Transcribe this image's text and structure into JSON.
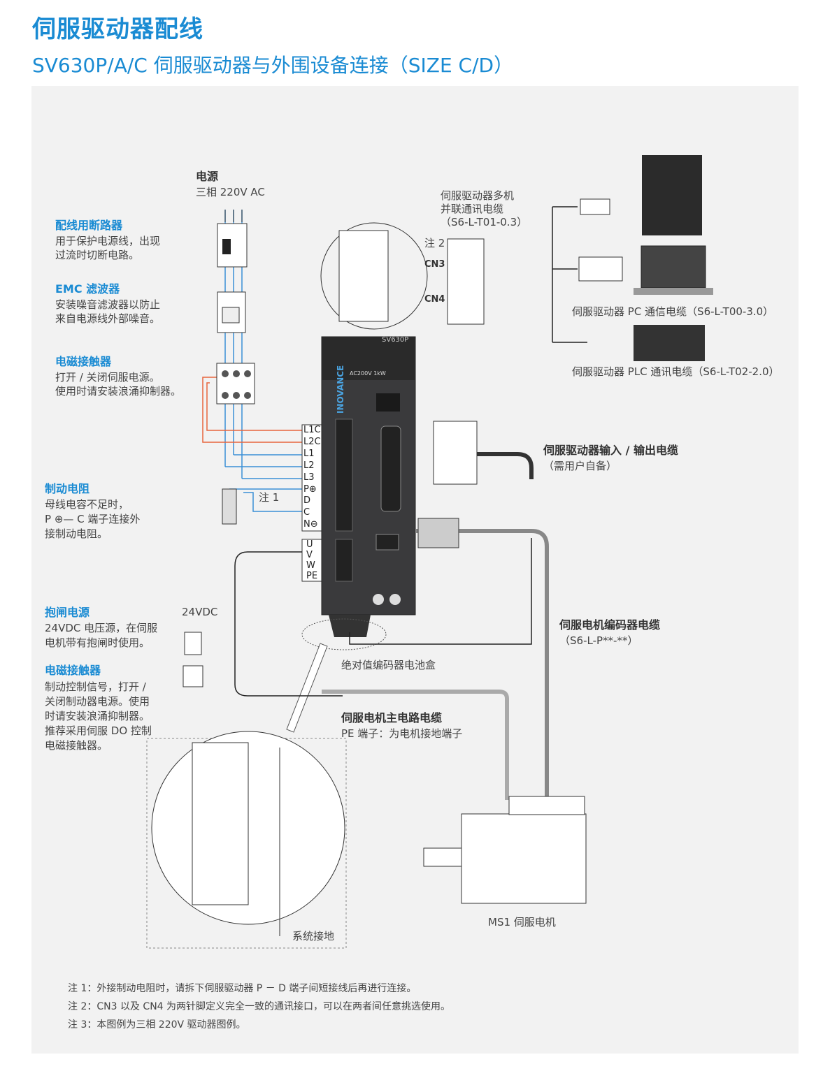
{
  "header": {
    "title": "伺服驱动器配线",
    "subtitle": "SV630P/A/C 伺服驱动器与外围设备连接（SIZE C/D）"
  },
  "power": {
    "title": "电源",
    "desc": "三相 220V AC"
  },
  "left_labels": [
    {
      "title": "配线用断路器",
      "lines": [
        "用于保护电源线，出现",
        "过流时切断电路。"
      ]
    },
    {
      "title": "EMC 滤波器",
      "lines": [
        "安装噪音滤波器以防止",
        "来自电源线外部噪音。"
      ]
    },
    {
      "title": "电磁接触器",
      "lines": [
        "打开 / 关闭伺服电源。",
        "使用时请安装浪涌抑制器。"
      ]
    },
    {
      "title": "制动电阻",
      "lines": [
        "母线电容不足时，",
        "P ⊕— C 端子连接外",
        "接制动电阻。"
      ]
    },
    {
      "title": "抱闸电源",
      "lines": [
        "24VDC 电压源，在伺服",
        "电机带有抱闸时使用。"
      ]
    },
    {
      "title": "电磁接触器",
      "lines": [
        "制动控制信号，打开 /",
        "关闭制动器电源。使用",
        "时请安装浪涌抑制器。",
        "推荐采用伺服 DO 控制",
        "电磁接触器。"
      ]
    }
  ],
  "vdc_label": "24VDC",
  "terminals_main": [
    "L1C",
    "L2C",
    "L1",
    "L2",
    "L3",
    "P⊕",
    "D",
    "C",
    "N⊖"
  ],
  "terminals_motor": [
    "U",
    "V",
    "W",
    "PE"
  ],
  "note1_tag": "注 1",
  "note2_tag": "注 2",
  "cn3": "CN3",
  "cn4": "CN4",
  "multi_cable": {
    "lines": [
      "伺服驱动器多机",
      "并联通讯电缆",
      "（S6-L-T01-0.3）"
    ]
  },
  "pc_cable": "伺服驱动器 PC 通信电缆（S6-L-T00-3.0）",
  "plc_cable": "伺服驱动器 PLC 通讯电缆（S6-L-T02-2.0）",
  "io_cable": {
    "title": "伺服驱动器输入 / 输出电缆",
    "sub": "（需用户自备）"
  },
  "encoder_cable": {
    "title": "伺服电机编码器电缆",
    "sub": "（S6-L-P**-**）"
  },
  "battery_box": "绝对值编码器电池盒",
  "main_cable": {
    "title": "伺服电机主电路电缆",
    "sub": "PE 端子：为电机接地端子"
  },
  "ground": "系统接地",
  "motor": "MS1 伺服电机",
  "drive": {
    "model": "SV630P",
    "brand": "INOVANCE",
    "rating": "AC200V 1kW"
  },
  "notes": [
    "注 1：外接制动电阻时，请拆下伺服驱动器 P － D 端子间短接线后再进行连接。",
    "注 2：CN3 以及 CN4 为两针脚定义完全一致的通讯接口，可以在两者间任意挑选使用。",
    "注 3：本图例为三相 220V 驱动器图例。"
  ],
  "colors": {
    "accent": "#1a8bd3",
    "wire_blue": "#3a8fd6",
    "wire_orange": "#e8643c",
    "panel": "#f2f2f2"
  }
}
